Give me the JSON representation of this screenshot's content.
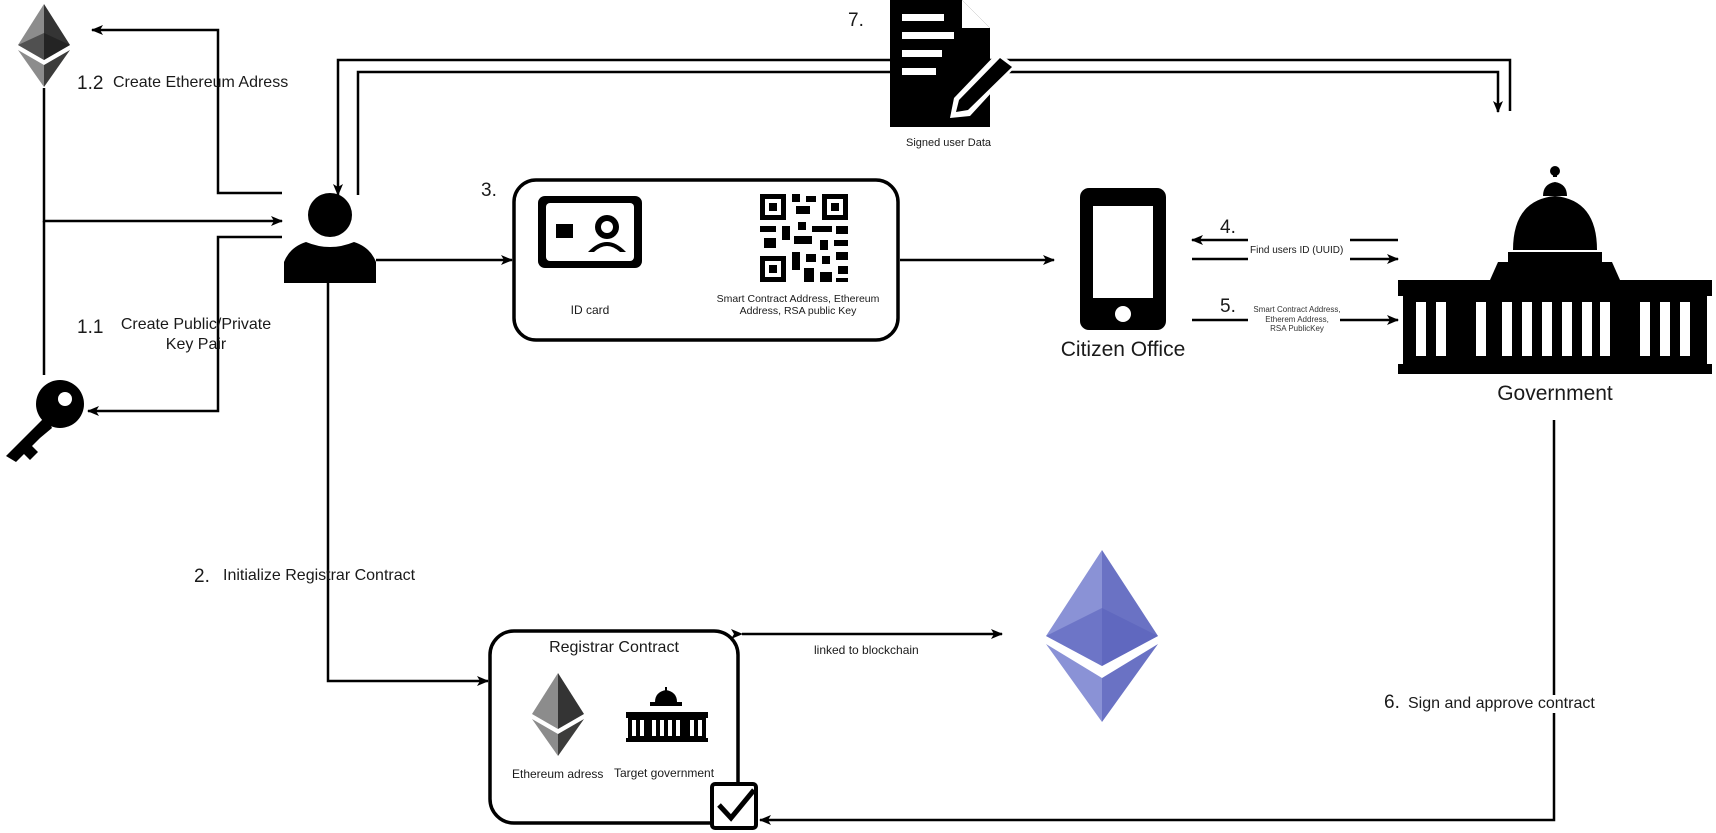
{
  "steps": {
    "s1_2": {
      "num": "1.2",
      "text": "Create Ethereum Adress"
    },
    "s1_1": {
      "num": "1.1",
      "text_line1": "Create Public/Private",
      "text_line2": "Key Pair"
    },
    "s2": {
      "num": "2.",
      "text": "Initialize Registrar Contract"
    },
    "s3": {
      "num": "3."
    },
    "s4": {
      "num": "4.",
      "text": "Find users ID (UUID)"
    },
    "s5": {
      "num": "5.",
      "text_line1": "Smart Contract Address,",
      "text_line2": "Etherem Address,",
      "text_line3": "RSA PublicKey"
    },
    "s6": {
      "num": "6.",
      "text": "Sign and approve contract"
    },
    "s7": {
      "num": "7.",
      "text": "Signed user Data"
    }
  },
  "id_card": {
    "card_label": "ID card",
    "qr_label_line1": "Smart Contract Address, Ethereum",
    "qr_label_line2": "Address, RSA public Key"
  },
  "citizen_office": {
    "label": "Citizen Office"
  },
  "government": {
    "label": "Government"
  },
  "registrar": {
    "title": "Registrar Contract",
    "eth_label": "Ethereum adress",
    "gov_label": "Target government"
  },
  "blockchain": {
    "link_label": "linked to blockchain"
  },
  "colors": {
    "stroke": "#000000",
    "eth_dark": "#343434",
    "eth_mid": "#8c8c8c",
    "eth_light": "#c4c4c4",
    "blockchain_eth_light": "#8a92d6",
    "blockchain_eth_dark": "#6a72c4"
  }
}
